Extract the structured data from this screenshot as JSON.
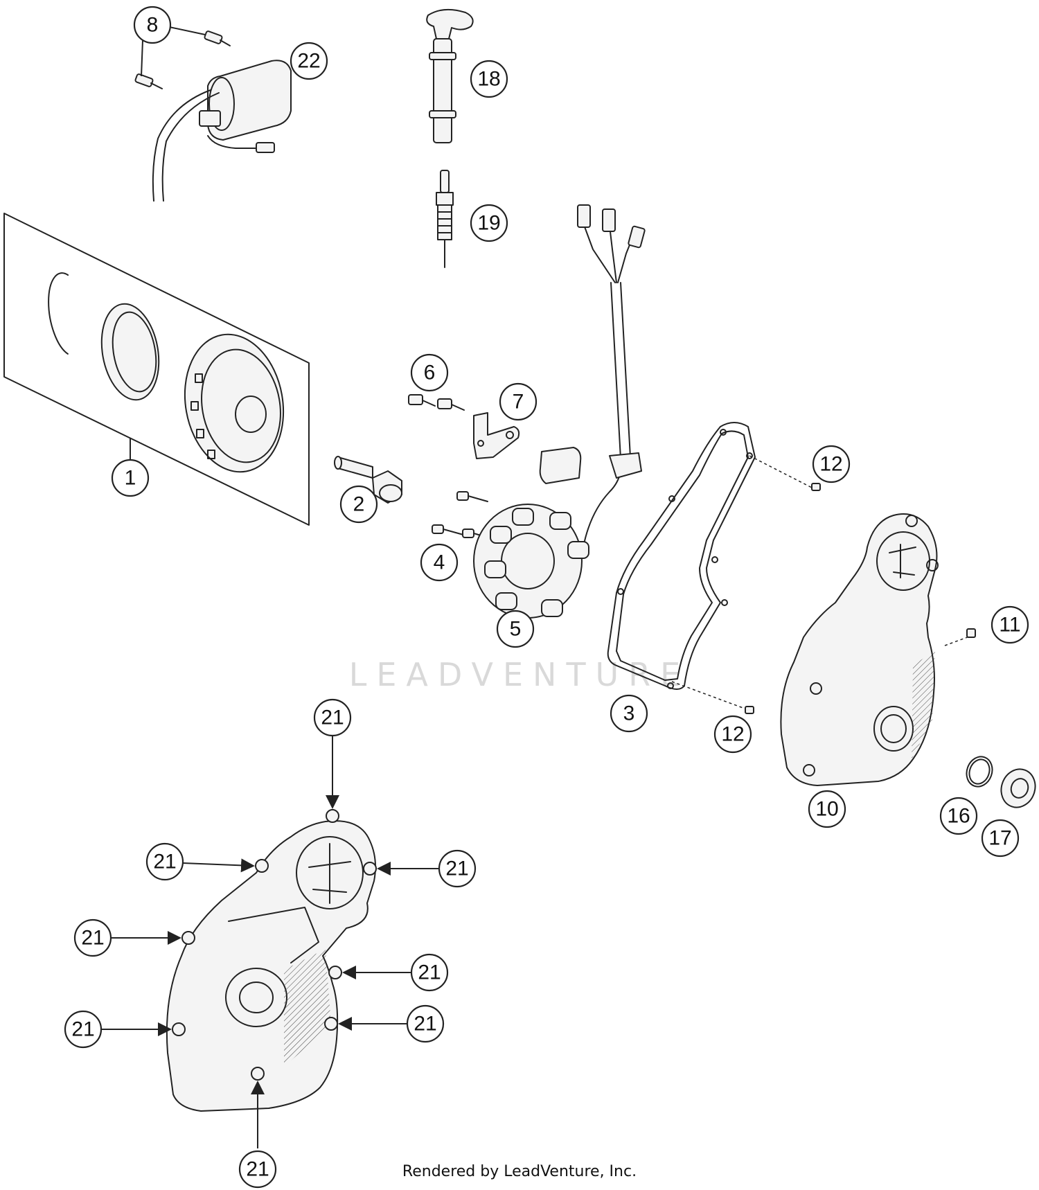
{
  "watermark": "LEADVENTURE",
  "footer": "Rendered by LeadVenture, Inc.",
  "callouts": [
    {
      "id": "c8",
      "label": "8"
    },
    {
      "id": "c22",
      "label": "22"
    },
    {
      "id": "c18",
      "label": "18"
    },
    {
      "id": "c19",
      "label": "19"
    },
    {
      "id": "c1",
      "label": "1"
    },
    {
      "id": "c2",
      "label": "2"
    },
    {
      "id": "c6",
      "label": "6"
    },
    {
      "id": "c7",
      "label": "7"
    },
    {
      "id": "c4",
      "label": "4"
    },
    {
      "id": "c5",
      "label": "5"
    },
    {
      "id": "c12a",
      "label": "12"
    },
    {
      "id": "c12b",
      "label": "12"
    },
    {
      "id": "c3",
      "label": "3"
    },
    {
      "id": "c11",
      "label": "11"
    },
    {
      "id": "c10",
      "label": "10"
    },
    {
      "id": "c16",
      "label": "16"
    },
    {
      "id": "c17",
      "label": "17"
    },
    {
      "id": "c21a",
      "label": "21"
    },
    {
      "id": "c21b",
      "label": "21"
    },
    {
      "id": "c21c",
      "label": "21"
    },
    {
      "id": "c21d",
      "label": "21"
    },
    {
      "id": "c21e",
      "label": "21"
    },
    {
      "id": "c21f",
      "label": "21"
    },
    {
      "id": "c21g",
      "label": "21"
    },
    {
      "id": "c21h",
      "label": "21"
    }
  ]
}
